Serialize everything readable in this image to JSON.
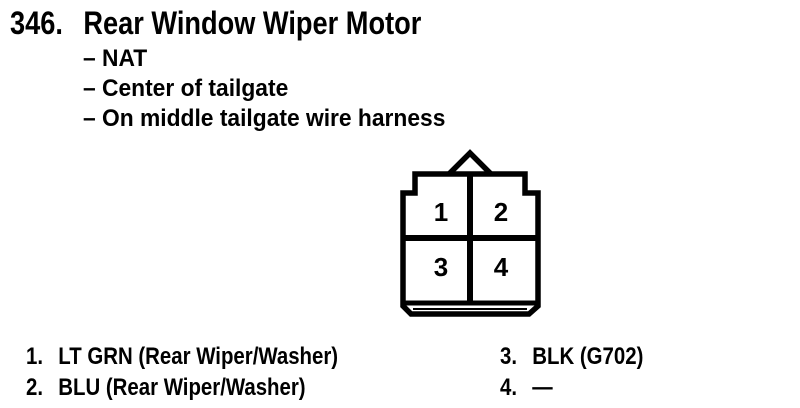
{
  "title": {
    "number": "346.",
    "text": "Rear Window Wiper Motor"
  },
  "notes": [
    "– NAT",
    "– Center of tailgate",
    "– On middle tailgate wire harness"
  ],
  "connector": {
    "pins": [
      "1",
      "2",
      "3",
      "4"
    ]
  },
  "legend": {
    "left": [
      {
        "num": "1.",
        "label": "LT GRN (Rear Wiper/Washer)"
      },
      {
        "num": "2.",
        "label": "BLU (Rear Wiper/Washer)"
      }
    ],
    "right": [
      {
        "num": "3.",
        "label": "BLK (G702)"
      },
      {
        "num": "4.",
        "label": "—"
      }
    ]
  },
  "colors": {
    "ink": "#000000",
    "paper": "#ffffff"
  }
}
